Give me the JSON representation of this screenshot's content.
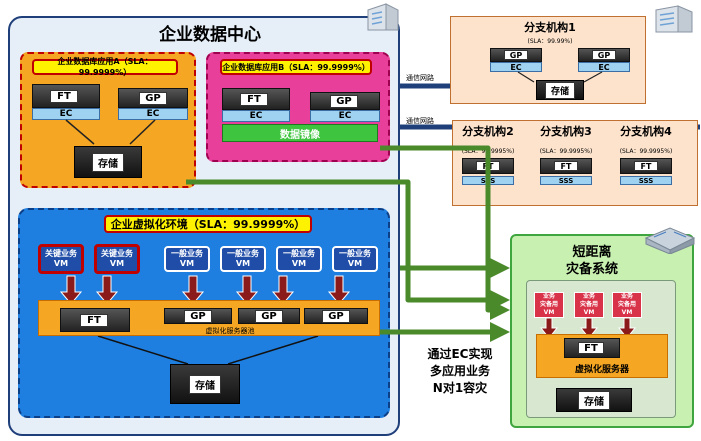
{
  "dc": {
    "title": "企业数据中心",
    "app_a": {
      "label": "企业数据库应用A（SLA：99.9999%）",
      "ft": "FT",
      "gp": "GP",
      "ec1": "EC",
      "ec2": "EC",
      "storage": "存储"
    },
    "app_b": {
      "label": "企业数据库应用B（SLA：99.9999%）",
      "ft": "FT",
      "gp": "GP",
      "ec1": "EC",
      "ec2": "EC",
      "mirror": "数据镜像"
    },
    "virt": {
      "label": "企业虚拟化环境（SLA：99.9999%）",
      "key_vms": [
        "关键业务\nVM",
        "关键业务\nVM"
      ],
      "gen_vms": [
        "一般业务\nVM",
        "一般业务\nVM",
        "一般业务\nVM",
        "一般业务\nVM"
      ],
      "ft": "FT",
      "gp": [
        "GP",
        "GP",
        "GP"
      ],
      "pool": "虚拟化服务器池",
      "storage": "存储"
    }
  },
  "network": {
    "label1": "通信网路",
    "label2": "通信网路"
  },
  "branch1": {
    "title": "分支机构1",
    "sla": "(SLA：99.99%)",
    "gp1": "GP",
    "gp2": "GP",
    "ec1": "EC",
    "ec2": "EC",
    "storage": "存储"
  },
  "branches": [
    {
      "title": "分支机构2",
      "sla": "(SLA：99.9995%)",
      "ft": "FT",
      "sss": "SSS"
    },
    {
      "title": "分支机构3",
      "sla": "(SLA：99.9995%)",
      "ft": "FT",
      "sss": "SSS"
    },
    {
      "title": "分支机构4",
      "sla": "(SLA：99.9995%)",
      "ft": "FT",
      "sss": "SSS"
    }
  ],
  "dr": {
    "title": "短距离\n灾备系统",
    "vms": [
      "业务\n灾备用\nVM",
      "业务\n灾备用\nVM",
      "业务\n灾备用\nVM"
    ],
    "ft": "FT",
    "pool": "虚拟化服务器",
    "storage": "存储"
  },
  "note": "通过EC实现\n多应用业务\nN对1容灾",
  "colors": {
    "flow_arrow": "#4a8a2a",
    "vm_arrow": "#8b1a1a",
    "dc_border": "#1f3f7a"
  }
}
